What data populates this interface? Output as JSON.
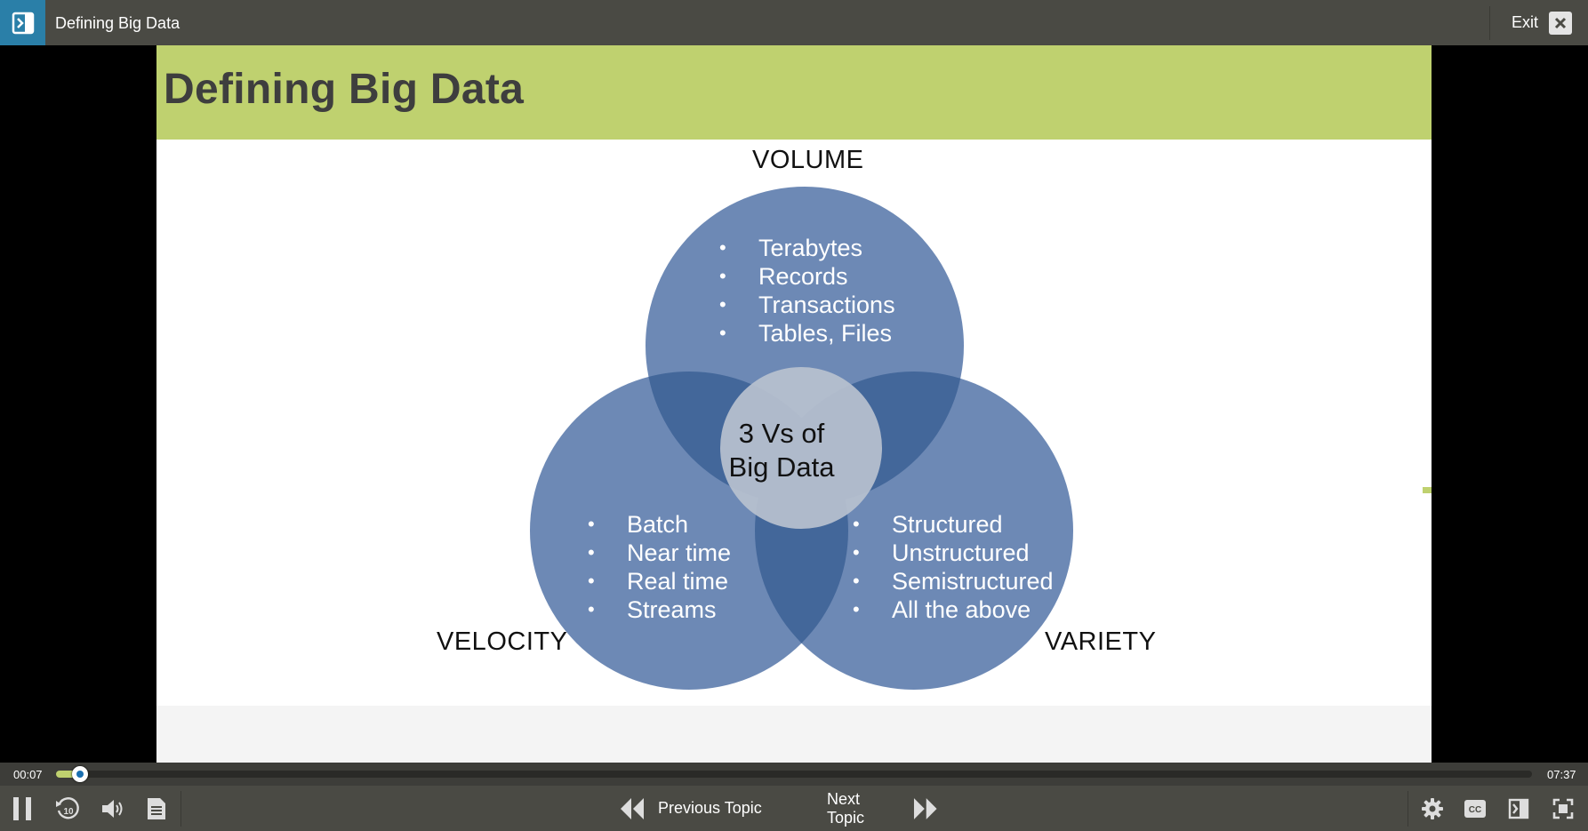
{
  "window": {
    "title": "Defining Big Data",
    "exit_label": "Exit"
  },
  "slide": {
    "title": "Defining Big Data",
    "center": [
      "3 Vs of",
      "Big Data"
    ],
    "volume": {
      "label": "VOLUME",
      "items": [
        "Terabytes",
        "Records",
        "Transactions",
        "Tables, Files"
      ]
    },
    "velocity": {
      "label": "VELOCITY",
      "items": [
        "Batch",
        "Near time",
        "Real time",
        "Streams"
      ]
    },
    "variety": {
      "label": "VARIETY",
      "items": [
        "Structured",
        "Unstructured",
        "Semistructured",
        "All the above"
      ]
    },
    "colors": {
      "header": "#bfd16f",
      "circle": "#6d89b5",
      "overlap": "#43679a",
      "center": "#b8c1cf"
    }
  },
  "player": {
    "current_time": "00:07",
    "total_time": "07:37",
    "progress": 0.015,
    "prev_label": "Previous Topic",
    "next_label": "Next Topic",
    "icons": [
      "pause-icon",
      "rewind-10-icon",
      "volume-icon",
      "transcript-icon",
      "settings-icon",
      "closed-captions-icon",
      "sidebar-toggle-icon",
      "fullscreen-icon"
    ],
    "rewind_seconds": "10",
    "cc_label": "CC"
  }
}
